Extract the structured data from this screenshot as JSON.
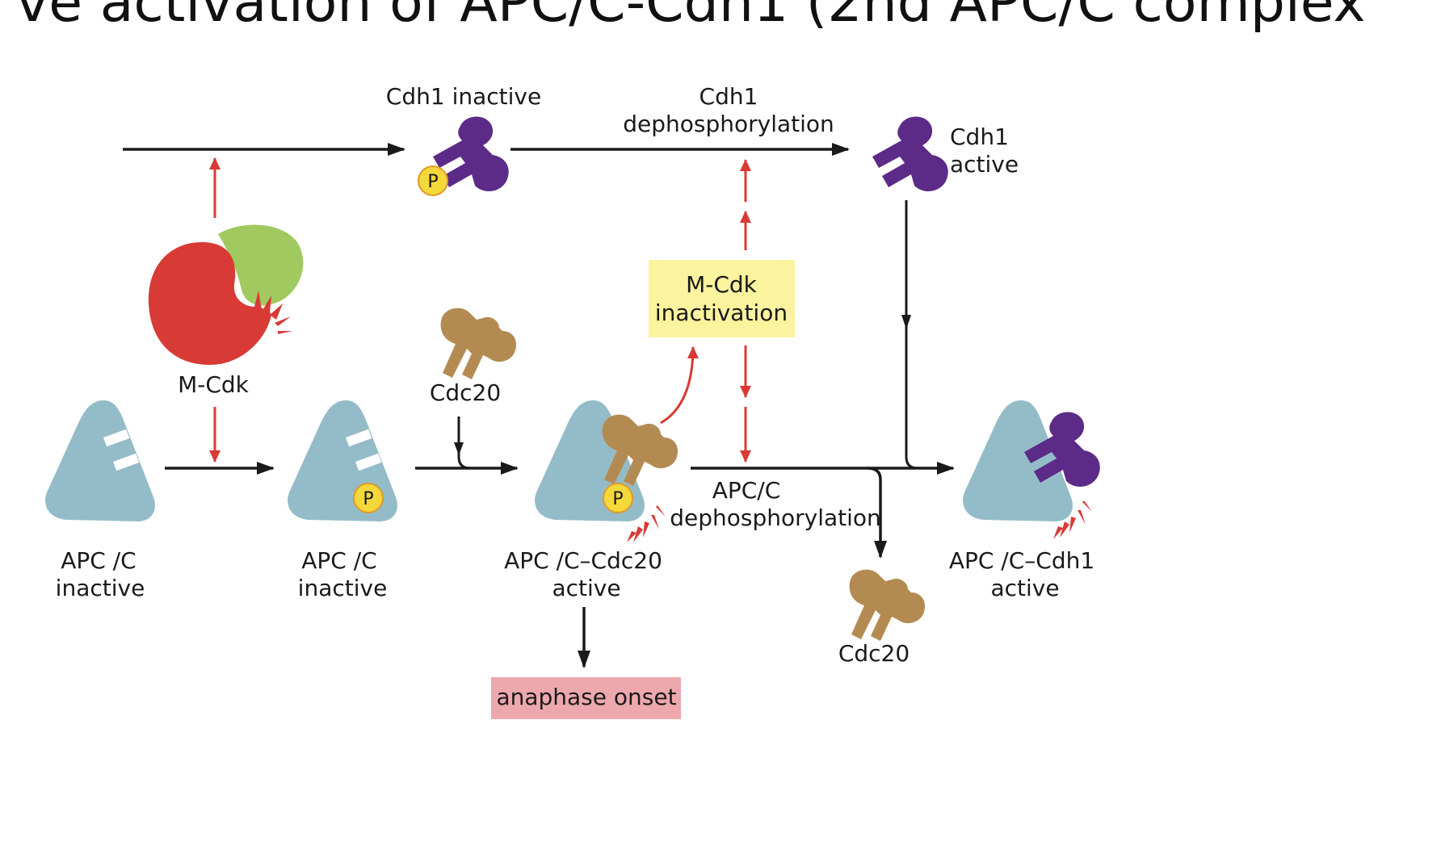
{
  "title": "ve activation of APC/C-Cdh1 (2nd APC/C complex",
  "colors": {
    "apc": "#94bcc8",
    "cdh1": "#5c2a87",
    "cdc20": "#b38b52",
    "cdk_red": "#d83a35",
    "cyclin_green": "#a0c95f",
    "phosphate": "#f5d83a",
    "arrow_black": "#1a1a1a",
    "arrow_red": "#d83a35",
    "box_yellow": "#fbf39e",
    "box_pink": "#eda8ad"
  },
  "labels": {
    "cdh1_inactive": "Cdh1 inactive",
    "cdh1_dephos_1": "Cdh1",
    "cdh1_dephos_2": "dephosphorylation",
    "cdh1_active_1": "Cdh1",
    "cdh1_active_2": "active",
    "mcdk": "M-Cdk",
    "cdc20_top": "Cdc20",
    "mcdk_inact_1": "M-Cdk",
    "mcdk_inact_2": "inactivation",
    "apc1_1": "APC /C",
    "apc1_2": "inactive",
    "apc2_1": "APC /C",
    "apc2_2": "inactive",
    "apc3_1": "APC /C–Cdc20",
    "apc3_2": "active",
    "apc_dephos_1": "APC/C",
    "apc_dephos_2": "dephosphorylation",
    "apc4_1": "APC /C–Cdh1",
    "apc4_2": "active",
    "cdc20_bottom": "Cdc20",
    "anaphase": "anaphase onset",
    "phos": "P"
  }
}
